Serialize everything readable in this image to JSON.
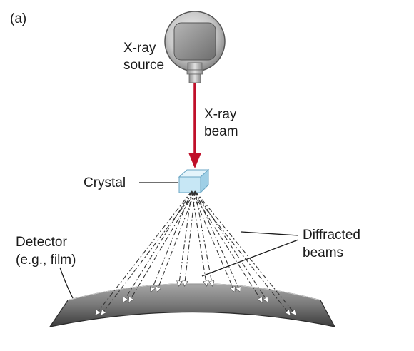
{
  "panel_label": "(a)",
  "labels": {
    "source_line1": "X-ray",
    "source_line2": "source",
    "beam_line1": "X-ray",
    "beam_line2": "beam",
    "crystal": "Crystal",
    "detector_line1": "Detector",
    "detector_line2": "(e.g., film)",
    "diffracted_line1": "Diffracted",
    "diffracted_line2": "beams"
  },
  "colors": {
    "beam": "#c0102a",
    "crystal": "#bfe3f4",
    "detector_top": "#9a9a9a",
    "detector_bottom": "#3a3a3a",
    "source_body": "#8a8a8a"
  },
  "diffracted_beam_count": 8
}
